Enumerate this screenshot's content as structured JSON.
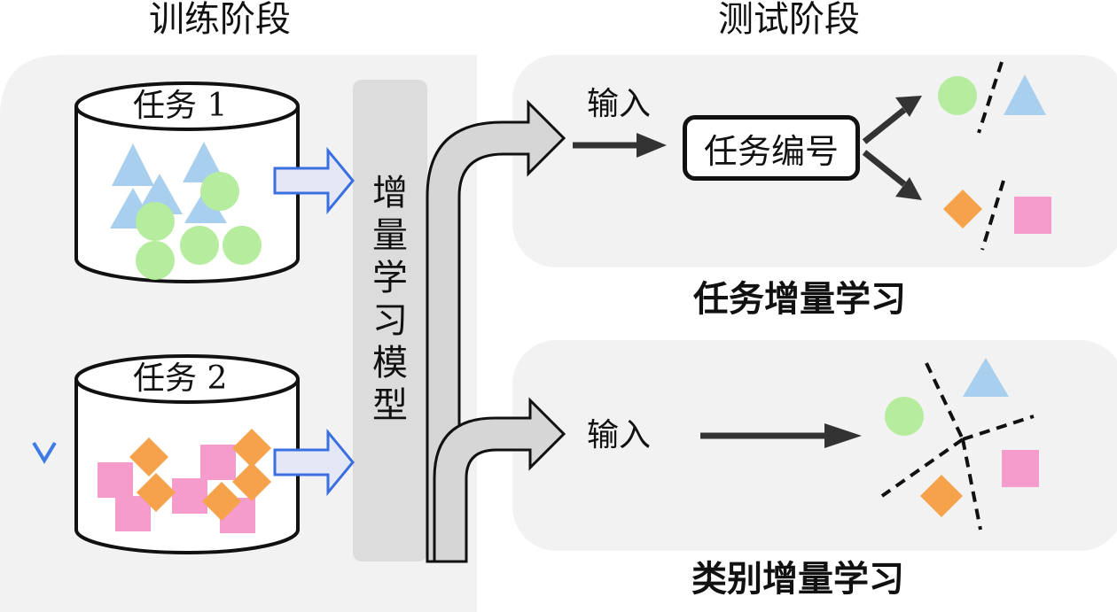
{
  "headers": {
    "training": "训练阶段",
    "testing": "测试阶段"
  },
  "training": {
    "task1": {
      "label": "任务 1"
    },
    "task2": {
      "label": "任务 2"
    },
    "model_label": "增量学习模型"
  },
  "task_incremental": {
    "caption": "任务增量学习",
    "input_label": "输入",
    "task_id_box": "任务编号"
  },
  "class_incremental": {
    "caption": "类别增量学习",
    "input_label": "输入"
  },
  "colors": {
    "triangle": "#a9cfee",
    "circle": "#b6ec9d",
    "diamond": "#f6a24b",
    "square": "#f59ccc",
    "panel": "#f2f2f2",
    "model_bar": "#dcdcdc",
    "curved_arrow": "#d6d6d6",
    "small_arrow_fill": "#e4e8f6",
    "small_arrow_stroke": "#3a6fe0"
  }
}
